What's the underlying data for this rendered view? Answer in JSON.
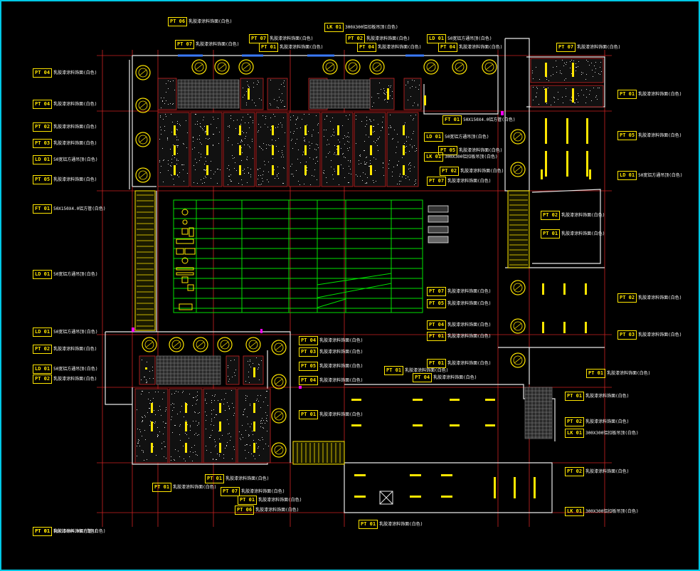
{
  "title": "",
  "colors": {
    "background": "#000000",
    "frame": "#00c8e6",
    "wall": "#e8e8e8",
    "tag": "#ffe600",
    "grid": "#00e000",
    "axis": "#cc2222",
    "glass": "#3a7aff",
    "magenta": "#ff00ff"
  },
  "labels": [
    {
      "code": "PT 06",
      "text": "乳胶漆涂料饰面(白色)"
    },
    {
      "code": "PT 07",
      "text": "乳胶漆涂料饰面(白色)"
    },
    {
      "code": "PT 07",
      "text": "乳胶漆涂料饰面(白色)"
    },
    {
      "code": "PT 01",
      "text": "乳胶漆涂料饰面(白色)"
    },
    {
      "code": "LK 01",
      "text": "300X300铝扣板吊顶(白色)"
    },
    {
      "code": "PT 02",
      "text": "乳胶漆涂料饰面(白色)"
    },
    {
      "code": "PT 04",
      "text": "乳胶漆涂料饰面(白色)"
    },
    {
      "code": "LD 01",
      "text": "50宽铝方通吊顶(白色)"
    },
    {
      "code": "PT 04",
      "text": "乳胶漆涂料饰面(白色)"
    },
    {
      "code": "PT 07",
      "text": "乳胶漆涂料饰面(白色)"
    },
    {
      "code": "PT 04",
      "text": "乳胶漆涂料饰面(白色)"
    },
    {
      "code": "PT 04",
      "text": "乳胶漆涂料饰面(白色)"
    },
    {
      "code": "PT 02",
      "text": "乳胶漆涂料饰面(白色)"
    },
    {
      "code": "PT 03",
      "text": "乳胶漆涂料饰面(白色)"
    },
    {
      "code": "LD 01",
      "text": "50宽铝方通吊顶(白色)"
    },
    {
      "code": "PT 05",
      "text": "乳胶漆涂料饰面(白色)"
    },
    {
      "code": "FT 01",
      "text": "50X150X4.0铝方管(白色)"
    },
    {
      "code": "LD 01",
      "text": "50宽铝方通吊顶(白色)"
    },
    {
      "code": "PT 05",
      "text": "乳胶漆涂料饰面(白色)"
    },
    {
      "code": "LK 01",
      "text": "300X300铝扣板吊顶(白色)"
    },
    {
      "code": "PT 02",
      "text": "乳胶漆涂料饰面(白色)"
    },
    {
      "code": "PT 07",
      "text": "乳胶漆涂料饰面(白色)"
    },
    {
      "code": "PT 01",
      "text": "乳胶漆涂料饰面(白色)"
    },
    {
      "code": "PT 05",
      "text": "乳胶漆涂料饰面(白色)"
    },
    {
      "code": "LD 01",
      "text": "50宽铝方通吊顶(白色)"
    },
    {
      "code": "FT 01",
      "text": "50X150X4.0铝方管(白色)"
    },
    {
      "code": "PT 02",
      "text": "乳胶漆涂料饰面(白色)"
    },
    {
      "code": "PT 01",
      "text": "乳胶漆涂料饰面(白色)"
    },
    {
      "code": "LD 01",
      "text": "50宽铝方通吊顶(白色)"
    },
    {
      "code": "PT 07",
      "text": "乳胶漆涂料饰面(白色)"
    },
    {
      "code": "PT 05",
      "text": "乳胶漆涂料饰面(白色)"
    },
    {
      "code": "PT 02",
      "text": "乳胶漆涂料饰面(白色)"
    },
    {
      "code": "PT 03",
      "text": "乳胶漆涂料饰面(白色)"
    },
    {
      "code": "PT 04",
      "text": "乳胶漆涂料饰面(白色)"
    },
    {
      "code": "PT 01",
      "text": "乳胶漆涂料饰面(白色)"
    },
    {
      "code": "PT 02",
      "text": "乳胶漆涂料饰面(白色)"
    },
    {
      "code": "PT 04",
      "text": "乳胶漆涂料饰面(白色)"
    },
    {
      "code": "PT 03",
      "text": "乳胶漆涂料饰面(白色)"
    },
    {
      "code": "PT 05",
      "text": "乳胶漆涂料饰面(白色)"
    },
    {
      "code": "PT 04",
      "text": "乳胶漆涂料饰面(白色)"
    },
    {
      "code": "LD 01",
      "text": "50宽铝方通吊顶(白色)"
    },
    {
      "code": "PT 02",
      "text": "乳胶漆涂料饰面(白色)"
    },
    {
      "code": "PT 01",
      "text": "乳胶漆涂料饰面(白色)"
    },
    {
      "code": "PT 04",
      "text": "乳胶漆涂料饰面(白色)"
    },
    {
      "code": "PT 01",
      "text": "乳胶漆涂料饰面(白色)"
    },
    {
      "code": "PT 01",
      "text": "乳胶漆涂料饰面(白色)"
    },
    {
      "code": "PT 01",
      "text": "乳胶漆涂料饰面(白色)"
    },
    {
      "code": "PT 01",
      "text": "乳胶漆涂料饰面(白色)"
    },
    {
      "code": "PT 02",
      "text": "乳胶漆涂料饰面(白色)"
    },
    {
      "code": "LK 01",
      "text": "300X300铝扣板吊顶(白色)"
    },
    {
      "code": "PT 02",
      "text": "乳胶漆涂料饰面(白色)"
    },
    {
      "code": "LK 01",
      "text": "300X300铝扣板吊顶(白色)"
    },
    {
      "code": "PT 01",
      "text": "乳胶漆涂料饰面(白色)"
    },
    {
      "code": "PT 01",
      "text": "乳胶漆涂料饰面(白色)"
    },
    {
      "code": "PT 01",
      "text": "乳胶漆涂料饰面(白色)"
    },
    {
      "code": "PT 07",
      "text": "乳胶漆涂料饰面(白色)"
    },
    {
      "code": "PT 01",
      "text": "乳胶漆涂料饰面(白色)"
    },
    {
      "code": "PT 06",
      "text": "乳胶漆涂料饰面(白色)"
    },
    {
      "code": "LD 01",
      "text": "50宽铝方通吊顶(白色)"
    },
    {
      "code": "FT 01",
      "text": "50X150X4.0铝方管(白色)"
    },
    {
      "code": "PT 01",
      "text": "乳胶漆涂料饰面(白色)"
    }
  ]
}
